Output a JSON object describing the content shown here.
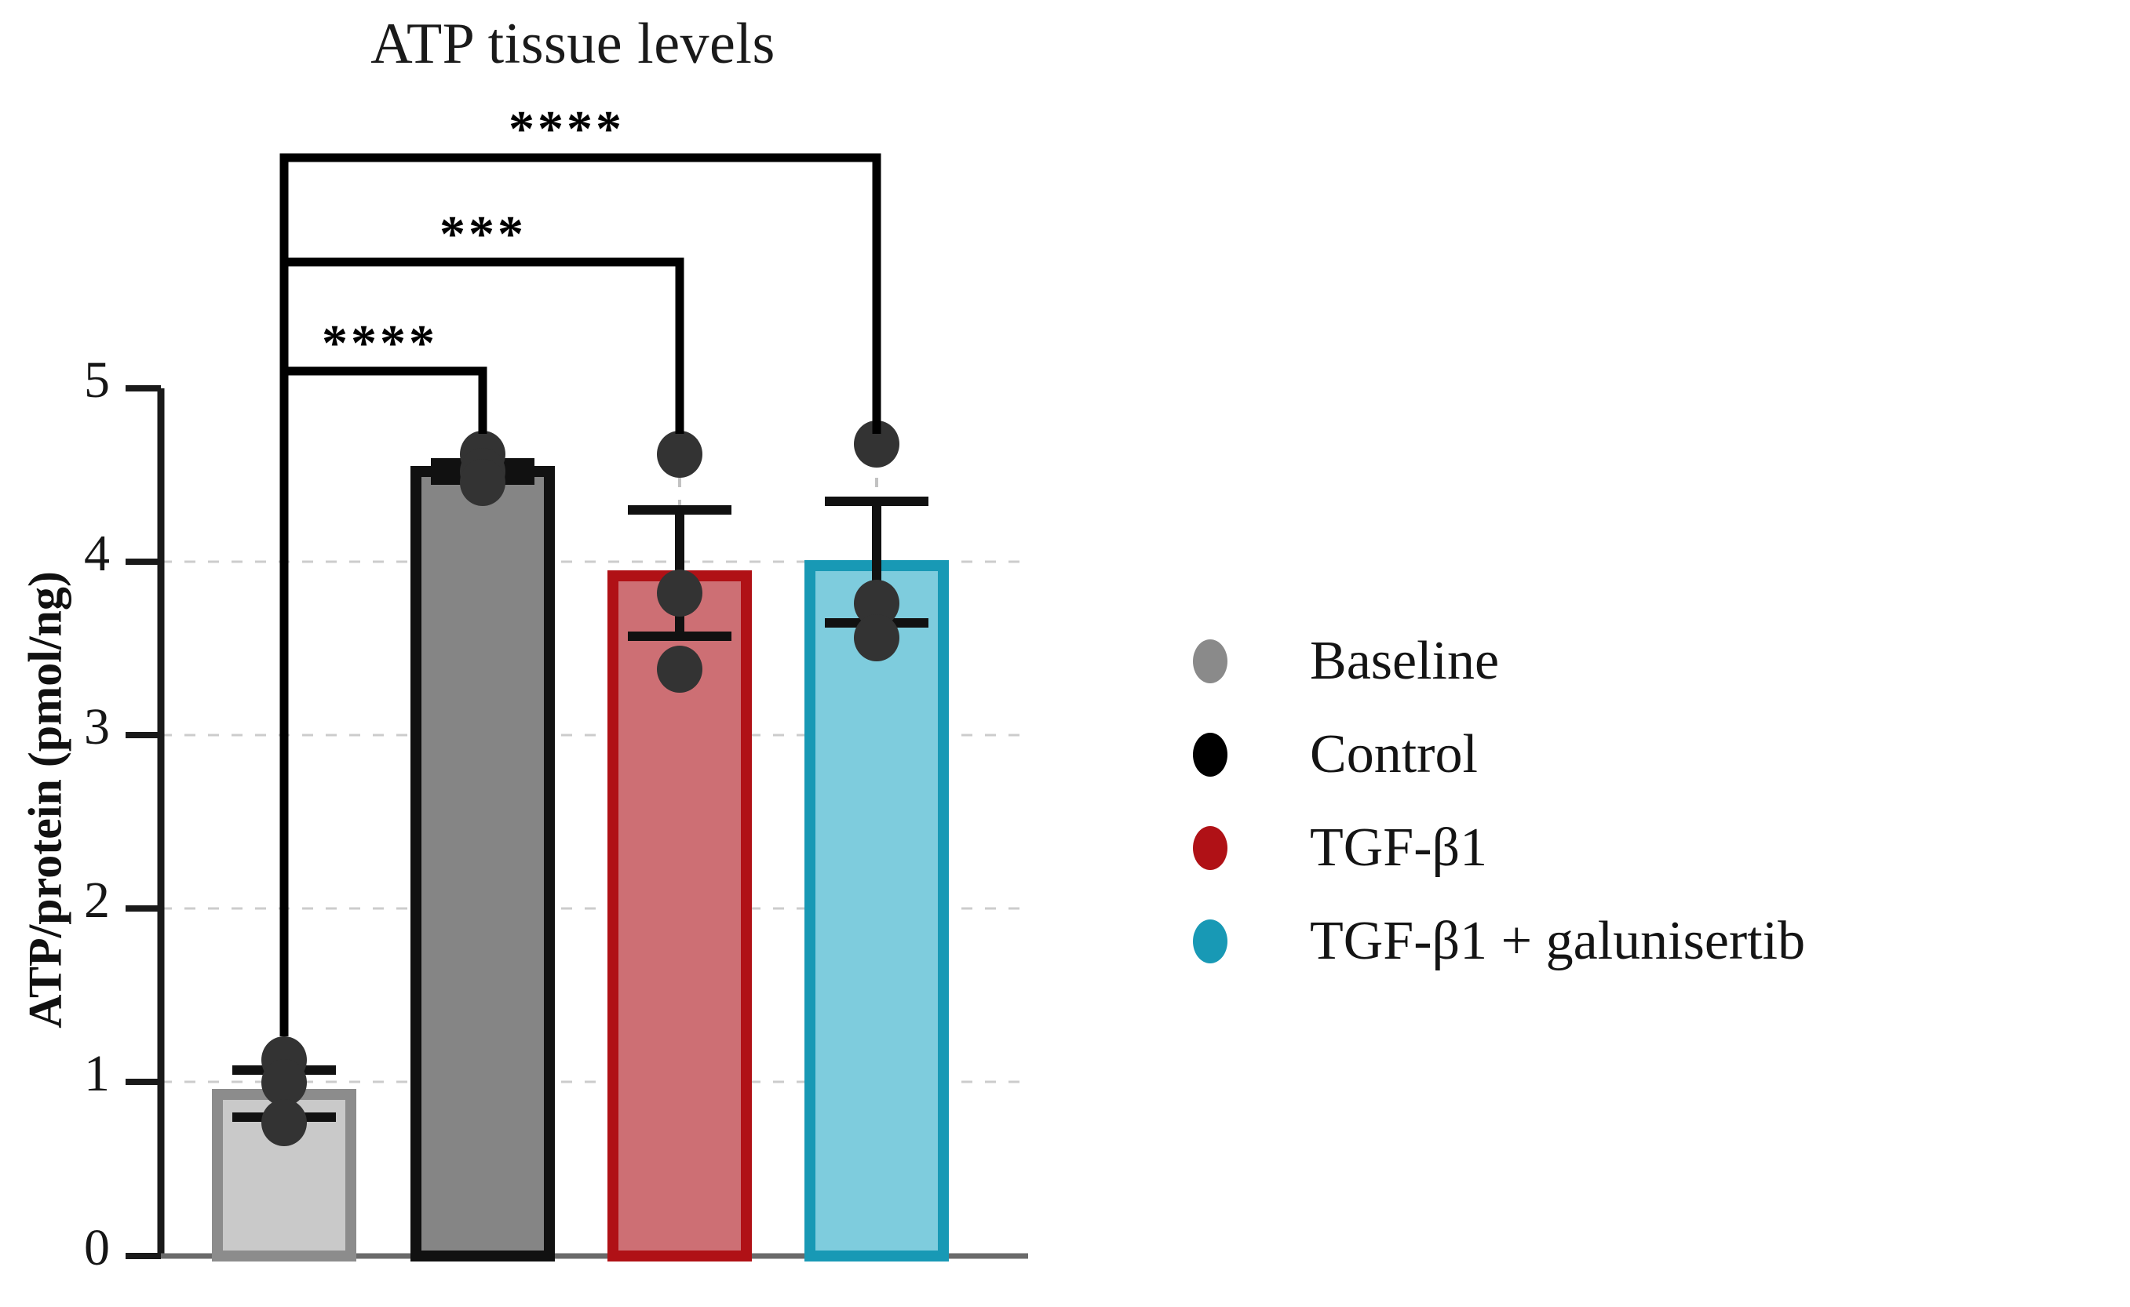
{
  "chart_data": {
    "type": "bar",
    "title": "ATP tissue levels",
    "xlabel": "",
    "ylabel": "ATP/protein (pmol/ng)",
    "ylim": [
      0,
      5
    ],
    "yticks": [
      "0",
      "1",
      "2",
      "3",
      "4",
      "5"
    ],
    "grid": "horizontal-dashed",
    "legend_position": "right",
    "categories": [
      "Baseline",
      "Control",
      "TGF-β1",
      "TGF-β1 + galunisertib"
    ],
    "values": [
      0.93,
      4.52,
      3.92,
      3.98
    ],
    "error_upper": [
      1.07,
      4.57,
      4.3,
      4.35
    ],
    "error_lower": [
      0.8,
      4.47,
      3.57,
      3.65
    ],
    "points": [
      [
        1.13,
        1.0,
        0.77
      ],
      [
        4.62,
        4.52,
        4.46
      ],
      [
        4.62,
        3.82,
        3.38
      ],
      [
        4.68,
        3.76,
        3.56
      ]
    ],
    "bar_fill_colors": [
      "#c9c9c9",
      "#858585",
      "#cd6f74",
      "#7eccdd"
    ],
    "bar_edge_colors": [
      "#8c8c8c",
      "#111111",
      "#b01116",
      "#1899b5"
    ],
    "point_color": "#333333",
    "significance": [
      {
        "label": "****",
        "from": "Baseline",
        "to": "Control"
      },
      {
        "label": "***",
        "from": "Baseline",
        "to": "TGF-β1"
      },
      {
        "label": "****",
        "from": "Baseline",
        "to": "TGF-β1 + galunisertib"
      }
    ]
  },
  "axis": {
    "tick_labels": [
      "5",
      "4",
      "3",
      "2",
      "1",
      "0"
    ],
    "y_title": "ATP/protein (pmol/ng)"
  },
  "title": {
    "text": "ATP tissue levels"
  },
  "significance_marks": {
    "top": "****",
    "middle": "***",
    "bottom": "****"
  },
  "legend": {
    "items": [
      {
        "label": "Baseline",
        "color": "#8a8a8a"
      },
      {
        "label": "Control",
        "color": "#000000"
      },
      {
        "label": "TGF-β1",
        "color": "#b01116"
      },
      {
        "label": "TGF-β1 + galunisertib",
        "color": "#1899b5"
      }
    ]
  }
}
